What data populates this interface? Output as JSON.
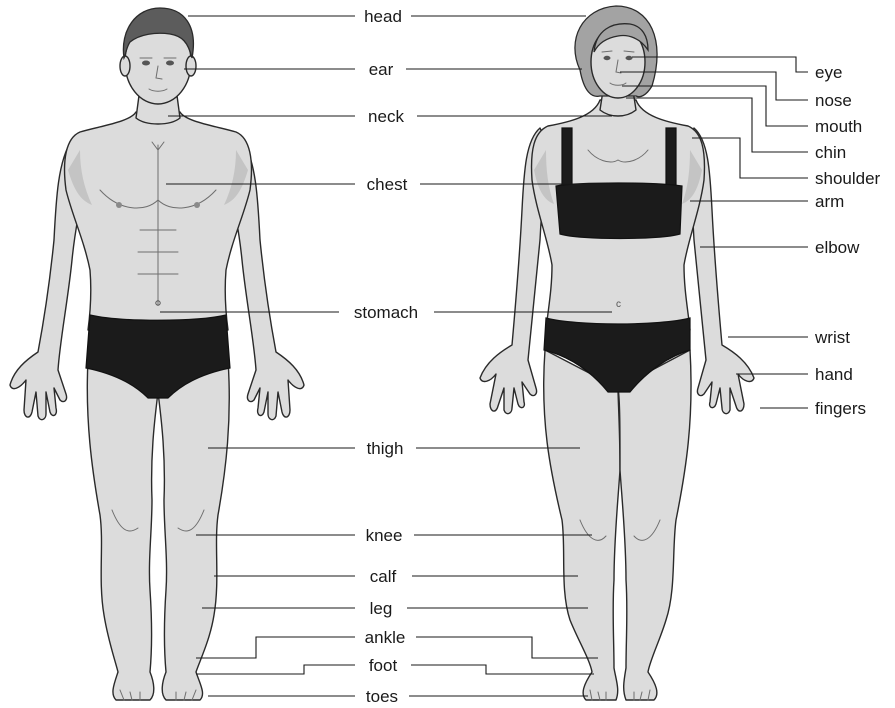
{
  "colors": {
    "skin": "#dcdcdc",
    "outline": "#2a2a2a",
    "clothing": "#1b1b1b",
    "male_hair": "#5c5c5c",
    "female_hair": "#a3a3a3",
    "label": "#1a1a1a"
  },
  "center_labels": [
    {
      "id": "head",
      "text": "head"
    },
    {
      "id": "ear",
      "text": "ear"
    },
    {
      "id": "neck",
      "text": "neck"
    },
    {
      "id": "chest",
      "text": "chest"
    },
    {
      "id": "stomach",
      "text": "stomach"
    },
    {
      "id": "thigh",
      "text": "thigh"
    },
    {
      "id": "knee",
      "text": "knee"
    },
    {
      "id": "calf",
      "text": "calf"
    },
    {
      "id": "leg",
      "text": "leg"
    },
    {
      "id": "ankle",
      "text": "ankle"
    },
    {
      "id": "foot",
      "text": "foot"
    },
    {
      "id": "toes",
      "text": "toes"
    }
  ],
  "right_labels": [
    {
      "id": "eye",
      "text": "eye"
    },
    {
      "id": "nose",
      "text": "nose"
    },
    {
      "id": "mouth",
      "text": "mouth"
    },
    {
      "id": "chin",
      "text": "chin"
    },
    {
      "id": "shoulder",
      "text": "shoulder"
    },
    {
      "id": "arm",
      "text": "arm"
    },
    {
      "id": "elbow",
      "text": "elbow"
    },
    {
      "id": "wrist",
      "text": "wrist"
    },
    {
      "id": "hand",
      "text": "hand"
    },
    {
      "id": "fingers",
      "text": "fingers"
    }
  ]
}
